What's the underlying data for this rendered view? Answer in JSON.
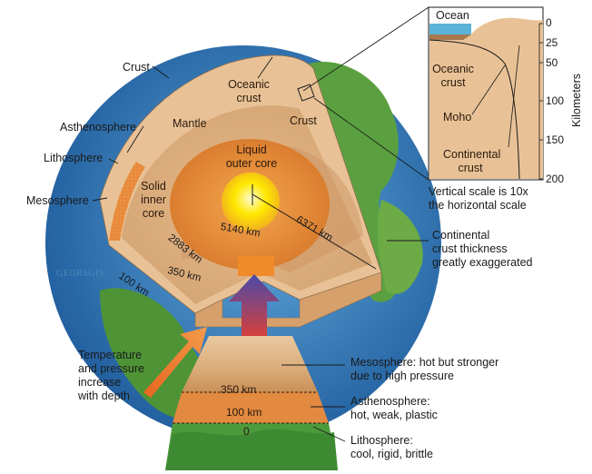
{
  "labels": {
    "crust_top": "Crust",
    "oceanic_crust_globe": "Oceanic\ncrust",
    "mantle": "Mantle",
    "crust_right": "Crust",
    "asthenosphere_left": "Asthenosphere",
    "lithosphere_left": "Lithosphere",
    "mesosphere_left": "Mesosphere",
    "liquid_outer_core": "Liquid\nouter core",
    "solid_inner_core": "Solid\ninner\ncore",
    "depth_5140": "5140 km",
    "depth_6371": "6371 km",
    "depth_2883": "2883 km",
    "depth_350": "350 km",
    "depth_100": "100 km",
    "continental_note": "Continental\ncrust thickness\ngreatly exaggerated",
    "watermark": "GEORSGIS",
    "temp_pressure": "Temperature\nand pressure\nincrease\nwith depth",
    "mesosphere_desc": "Mesosphere: hot but stronger\ndue to high pressure",
    "asthenosphere_desc": "Asthenosphere:\nhot, weak, plastic",
    "lithosphere_desc": "Lithosphere:\ncool, rigid, brittle",
    "block_350": "350 km",
    "block_100": "100 km",
    "block_0": "0"
  },
  "inset": {
    "ocean": "Ocean",
    "oceanic_crust": "Oceanic\ncrust",
    "moho": "Moho",
    "continental_crust": "Continental\ncrust",
    "ticks": [
      "0",
      "25",
      "50",
      "100",
      "150",
      "200"
    ],
    "axis_title": "Kilometers",
    "scale_note": "Vertical scale is 10x\nthe horizontal scale"
  },
  "colors": {
    "crust": "#e8c296",
    "mantle": "#d9ae7c",
    "outer_core": "#e08a3a",
    "inner_core": "#ffe800",
    "asthenosphere": "#e8893b",
    "ocean": "#3a7fc0",
    "land": "#4f9a3a"
  }
}
